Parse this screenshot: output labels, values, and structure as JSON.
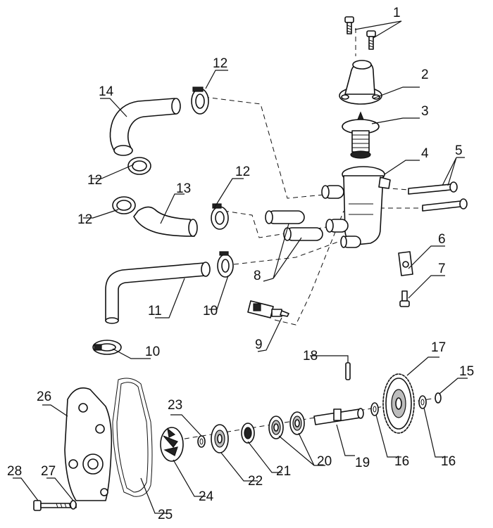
{
  "callouts": [
    {
      "id": "1",
      "label": "1"
    },
    {
      "id": "2",
      "label": "2"
    },
    {
      "id": "3",
      "label": "3"
    },
    {
      "id": "4",
      "label": "4"
    },
    {
      "id": "5",
      "label": "5"
    },
    {
      "id": "6",
      "label": "6"
    },
    {
      "id": "7",
      "label": "7"
    },
    {
      "id": "8",
      "label": "8"
    },
    {
      "id": "9",
      "label": "9"
    },
    {
      "id": "10a",
      "label": "10"
    },
    {
      "id": "10b",
      "label": "10"
    },
    {
      "id": "11",
      "label": "11"
    },
    {
      "id": "12a",
      "label": "12"
    },
    {
      "id": "12b",
      "label": "12"
    },
    {
      "id": "12c",
      "label": "12"
    },
    {
      "id": "12d",
      "label": "12"
    },
    {
      "id": "13",
      "label": "13"
    },
    {
      "id": "14",
      "label": "14"
    },
    {
      "id": "15",
      "label": "15"
    },
    {
      "id": "16a",
      "label": "16"
    },
    {
      "id": "16b",
      "label": "16"
    },
    {
      "id": "17",
      "label": "17"
    },
    {
      "id": "18",
      "label": "18"
    },
    {
      "id": "19",
      "label": "19"
    },
    {
      "id": "20",
      "label": "20"
    },
    {
      "id": "21",
      "label": "21"
    },
    {
      "id": "22",
      "label": "22"
    },
    {
      "id": "23",
      "label": "23"
    },
    {
      "id": "24",
      "label": "24"
    },
    {
      "id": "25",
      "label": "25"
    },
    {
      "id": "26",
      "label": "26"
    },
    {
      "id": "27",
      "label": "27"
    },
    {
      "id": "28",
      "label": "28"
    }
  ]
}
